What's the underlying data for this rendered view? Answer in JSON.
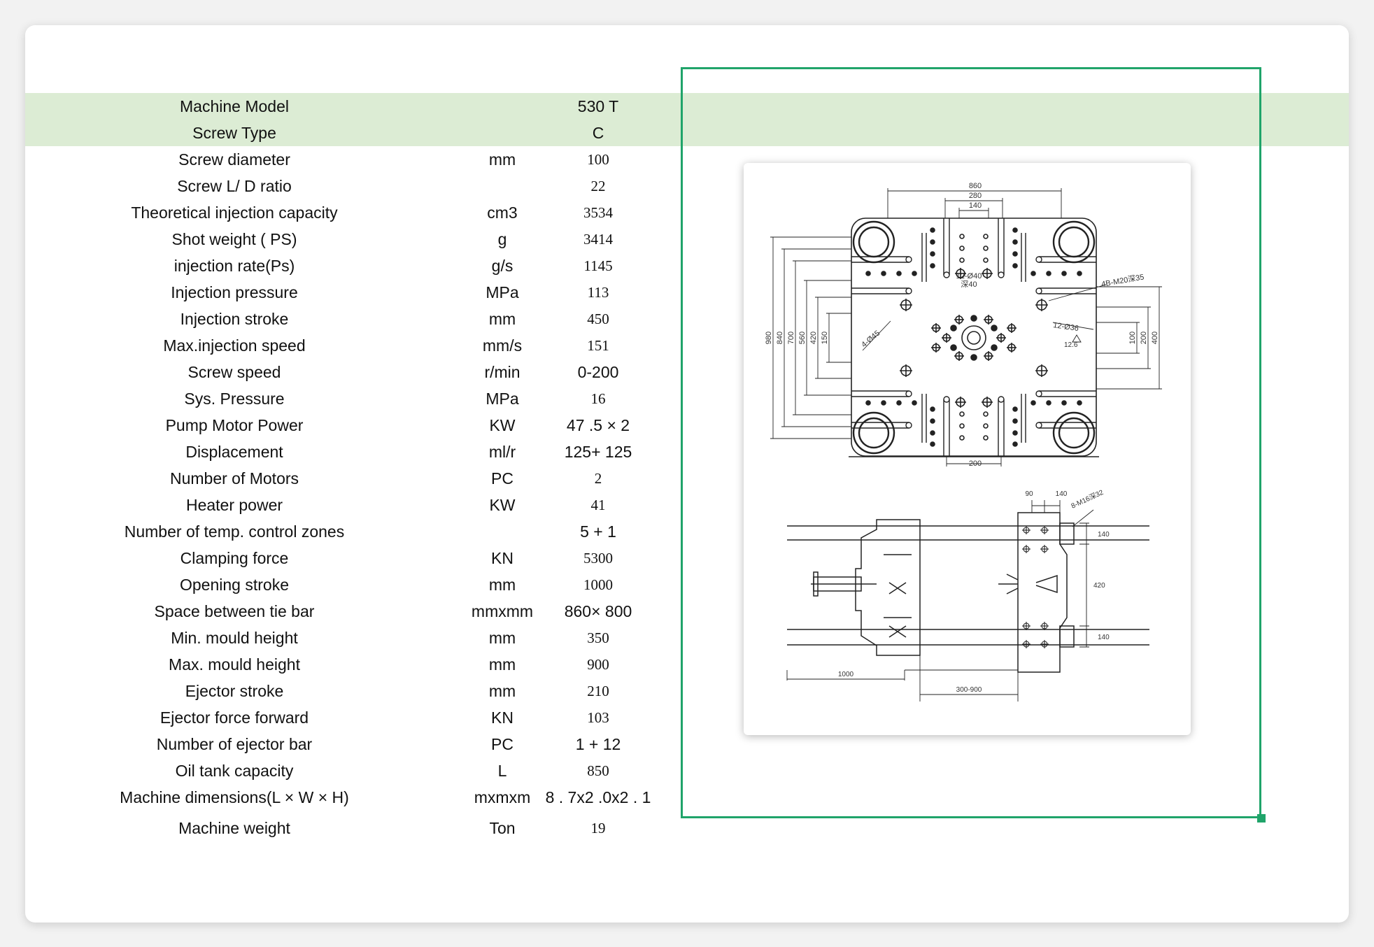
{
  "specs": {
    "rows": [
      [
        "Machine Model",
        "",
        "530 T"
      ],
      [
        "Screw  Type",
        "",
        "C"
      ],
      [
        "Screw diameter",
        "mm",
        "100"
      ],
      [
        "Screw L/ D ratio",
        "",
        "22"
      ],
      [
        "Theoretical injection capacity",
        "cm3",
        "3534"
      ],
      [
        "Shot weight ( PS)",
        "g",
        "3414"
      ],
      [
        "injection rate(Ps)",
        "g/s",
        "1145"
      ],
      [
        "Injection pressure",
        "MPa",
        "113"
      ],
      [
        "Injection stroke",
        "mm",
        "450"
      ],
      [
        "Max.injection speed",
        "mm/s",
        "151"
      ],
      [
        "Screw speed",
        "r/min",
        "0-200"
      ],
      [
        "Sys. Pressure",
        "MPa",
        "16"
      ],
      [
        "Pump Motor Power",
        "KW",
        "47 .5 × 2"
      ],
      [
        "Displacement",
        "ml/r",
        "125+ 125"
      ],
      [
        "Number of Motors",
        "PC",
        "2"
      ],
      [
        "Heater power",
        "KW",
        "41"
      ],
      [
        "Number of temp. control zones",
        "",
        "5 + 1"
      ],
      [
        "Clamping force",
        "KN",
        "5300"
      ],
      [
        "Opening stroke",
        "mm",
        "1000"
      ],
      [
        "Space between tie bar",
        "mmxmm",
        "860× 800"
      ],
      [
        "Min. mould height",
        "mm",
        "350"
      ],
      [
        "Max. mould height",
        "mm",
        "900"
      ],
      [
        "Ejector stroke",
        "mm",
        "210"
      ],
      [
        "Ejector force forward",
        "KN",
        "103"
      ],
      [
        "Number of ejector bar",
        "PC",
        "1 + 12"
      ],
      [
        "Oil tank capacity",
        "L",
        "850"
      ],
      [
        "Machine dimensions(L × W × H)",
        "mxmxm",
        "8 . 7x2 .0x2 . 1"
      ],
      [
        "Machine weight",
        "Ton",
        "19"
      ]
    ]
  },
  "drawing": {
    "top_width": "860",
    "top_280": "280",
    "top_140": "140",
    "bottom_200": "200",
    "hole_note_1": "12-Ø40",
    "hole_note_2": "深40",
    "thread_note": "4B-M20深35",
    "hole_note_3": "12-Ø36",
    "angle_note": "4-Ø45",
    "roughness": "12.6",
    "left_dims": [
      "980",
      "840",
      "700",
      "560",
      "420",
      "150"
    ],
    "right_dims": [
      "100",
      "200",
      "400"
    ],
    "side_90": "90",
    "side_140": "140",
    "side_thread": "8-M16深32",
    "side_140a": "140",
    "side_420": "420",
    "side_140b": "140",
    "side_1000": "1000",
    "side_stroke": "300-900"
  }
}
